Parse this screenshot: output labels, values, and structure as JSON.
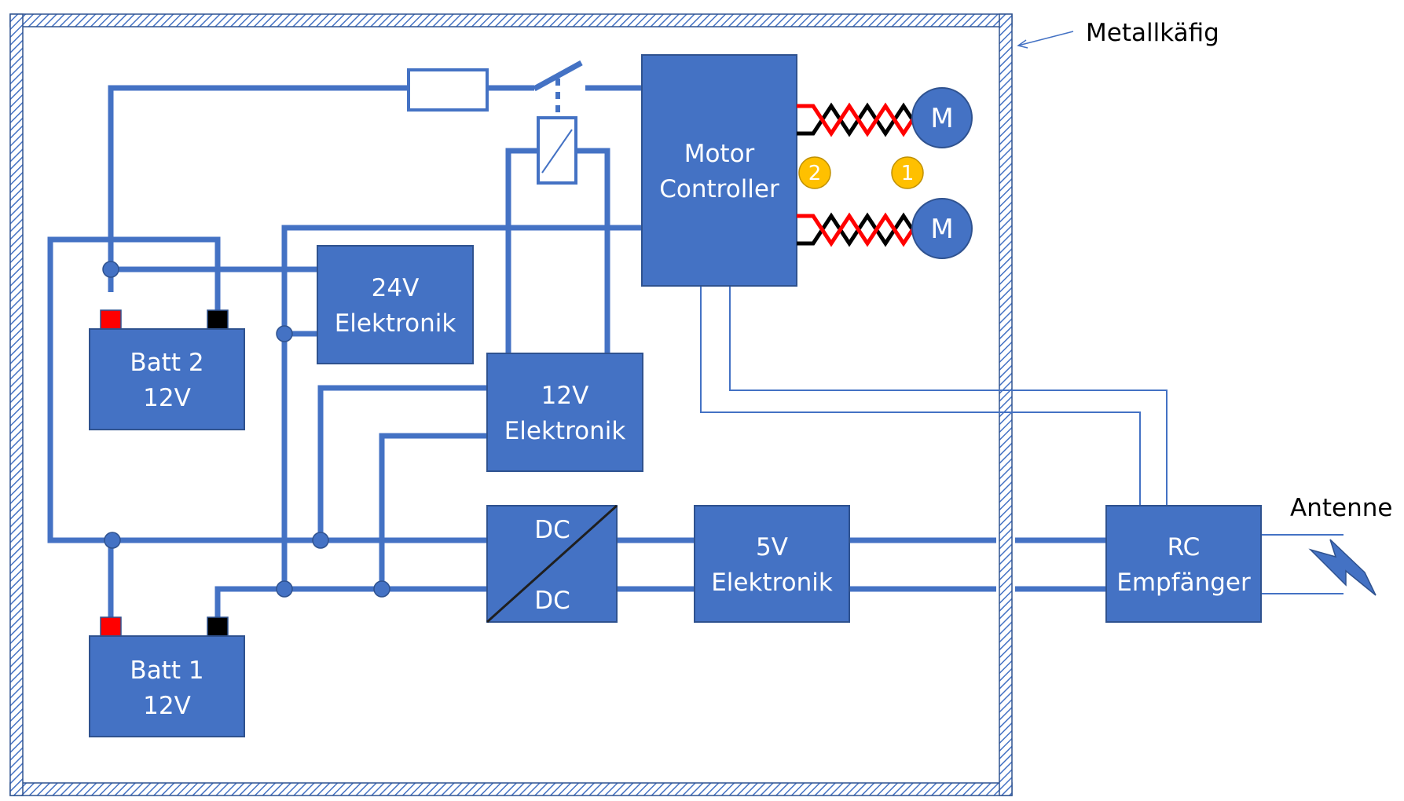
{
  "labels": {
    "cage": "Metallkäfig",
    "antenna": "Antenne"
  },
  "blocks": {
    "motor_controller": [
      "Motor",
      "Controller"
    ],
    "elec_24v": [
      "24V",
      "Elektronik"
    ],
    "elec_12v": [
      "12V",
      "Elektronik"
    ],
    "elec_5v": [
      "5V",
      "Elektronik"
    ],
    "rc_receiver": [
      "RC",
      "Empfänger"
    ],
    "dcdc_top": "DC",
    "dcdc_bottom": "DC",
    "batt2": [
      "Batt 2",
      "12V"
    ],
    "batt1": [
      "Batt 1",
      "12V"
    ]
  },
  "motors": {
    "motor_top": "M",
    "motor_bottom": "M"
  },
  "markers": {
    "marker_2": "2",
    "marker_1": "1"
  },
  "colors": {
    "wire": "#4472c4",
    "block": "#4472c4",
    "block_border": "#2f528f",
    "terminal_positive": "#ff0000",
    "terminal_negative": "#000000",
    "marker": "#ffc000"
  }
}
